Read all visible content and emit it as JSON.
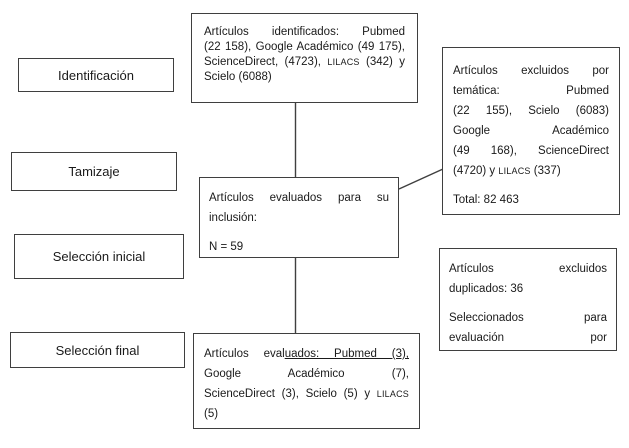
{
  "colors": {
    "border": "#3f3f3f",
    "text": "#1a1a1a",
    "background": "#ffffff"
  },
  "stages": [
    {
      "label": "Identificación"
    },
    {
      "label": "Tamizaje"
    },
    {
      "label": "Selección inicial"
    },
    {
      "label": "Selección final"
    }
  ],
  "flow": {
    "identified": {
      "lines": [
        {
          "segments": [
            {
              "text": "Artículos identificados: Pubmed"
            }
          ]
        },
        {
          "segments": [
            {
              "text": "(22 158), Google Académico (49 175),"
            }
          ]
        },
        {
          "segments": [
            {
              "text": "ScienceDirect, (4723), "
            },
            {
              "text": "LILACS",
              "style": "smallcaps"
            },
            {
              "text": " (342) y"
            }
          ]
        },
        {
          "segments": [
            {
              "text": "Scielo (6088)"
            }
          ]
        }
      ]
    },
    "evaluated_inclusion": {
      "lines": [
        {
          "segments": [
            {
              "text": "Artículos evaluados para su"
            }
          ]
        },
        {
          "segments": [
            {
              "text": "inclusión:"
            }
          ]
        },
        {
          "segments": [
            {
              "text": "N = 59"
            }
          ]
        }
      ]
    },
    "excluded_thematic": {
      "lines": [
        {
          "segments": [
            {
              "text": "Artículos excluidos por"
            }
          ]
        },
        {
          "segments": [
            {
              "text": "temática: Pubmed"
            }
          ]
        },
        {
          "segments": [
            {
              "text": "(22 155), Scielo (6083)"
            }
          ]
        },
        {
          "segments": [
            {
              "text": "Google Académico"
            }
          ]
        },
        {
          "segments": [
            {
              "text": "(49 168), ScienceDirect"
            }
          ]
        },
        {
          "segments": [
            {
              "text": "(4720) y "
            },
            {
              "text": "LILACS",
              "style": "smallcaps"
            },
            {
              "text": " (337)"
            }
          ]
        },
        {
          "segments": [
            {
              "text": "Total: 82 463"
            }
          ]
        }
      ]
    },
    "excluded_duplicates": {
      "lines": [
        {
          "segments": [
            {
              "text": "Artículos excluidos"
            }
          ]
        },
        {
          "segments": [
            {
              "text": "duplicados: 36"
            }
          ]
        },
        {
          "segments": [
            {
              "text": "Seleccionados para"
            }
          ]
        },
        {
          "segments": [
            {
              "text": "evaluación por"
            }
          ]
        }
      ]
    },
    "evaluated_final": {
      "lines": [
        {
          "segments": [
            {
              "text": "Artículos eval"
            },
            {
              "text": "uados: Pubmed (3),",
              "style": "underline"
            }
          ]
        },
        {
          "segments": [
            {
              "text": "Google Académico (7),"
            }
          ]
        },
        {
          "segments": [
            {
              "text": "ScienceDirect (3), Scielo (5) y "
            },
            {
              "text": "LILACS",
              "style": "smallcaps"
            }
          ]
        },
        {
          "segments": [
            {
              "text": "(5)"
            }
          ]
        }
      ]
    }
  }
}
